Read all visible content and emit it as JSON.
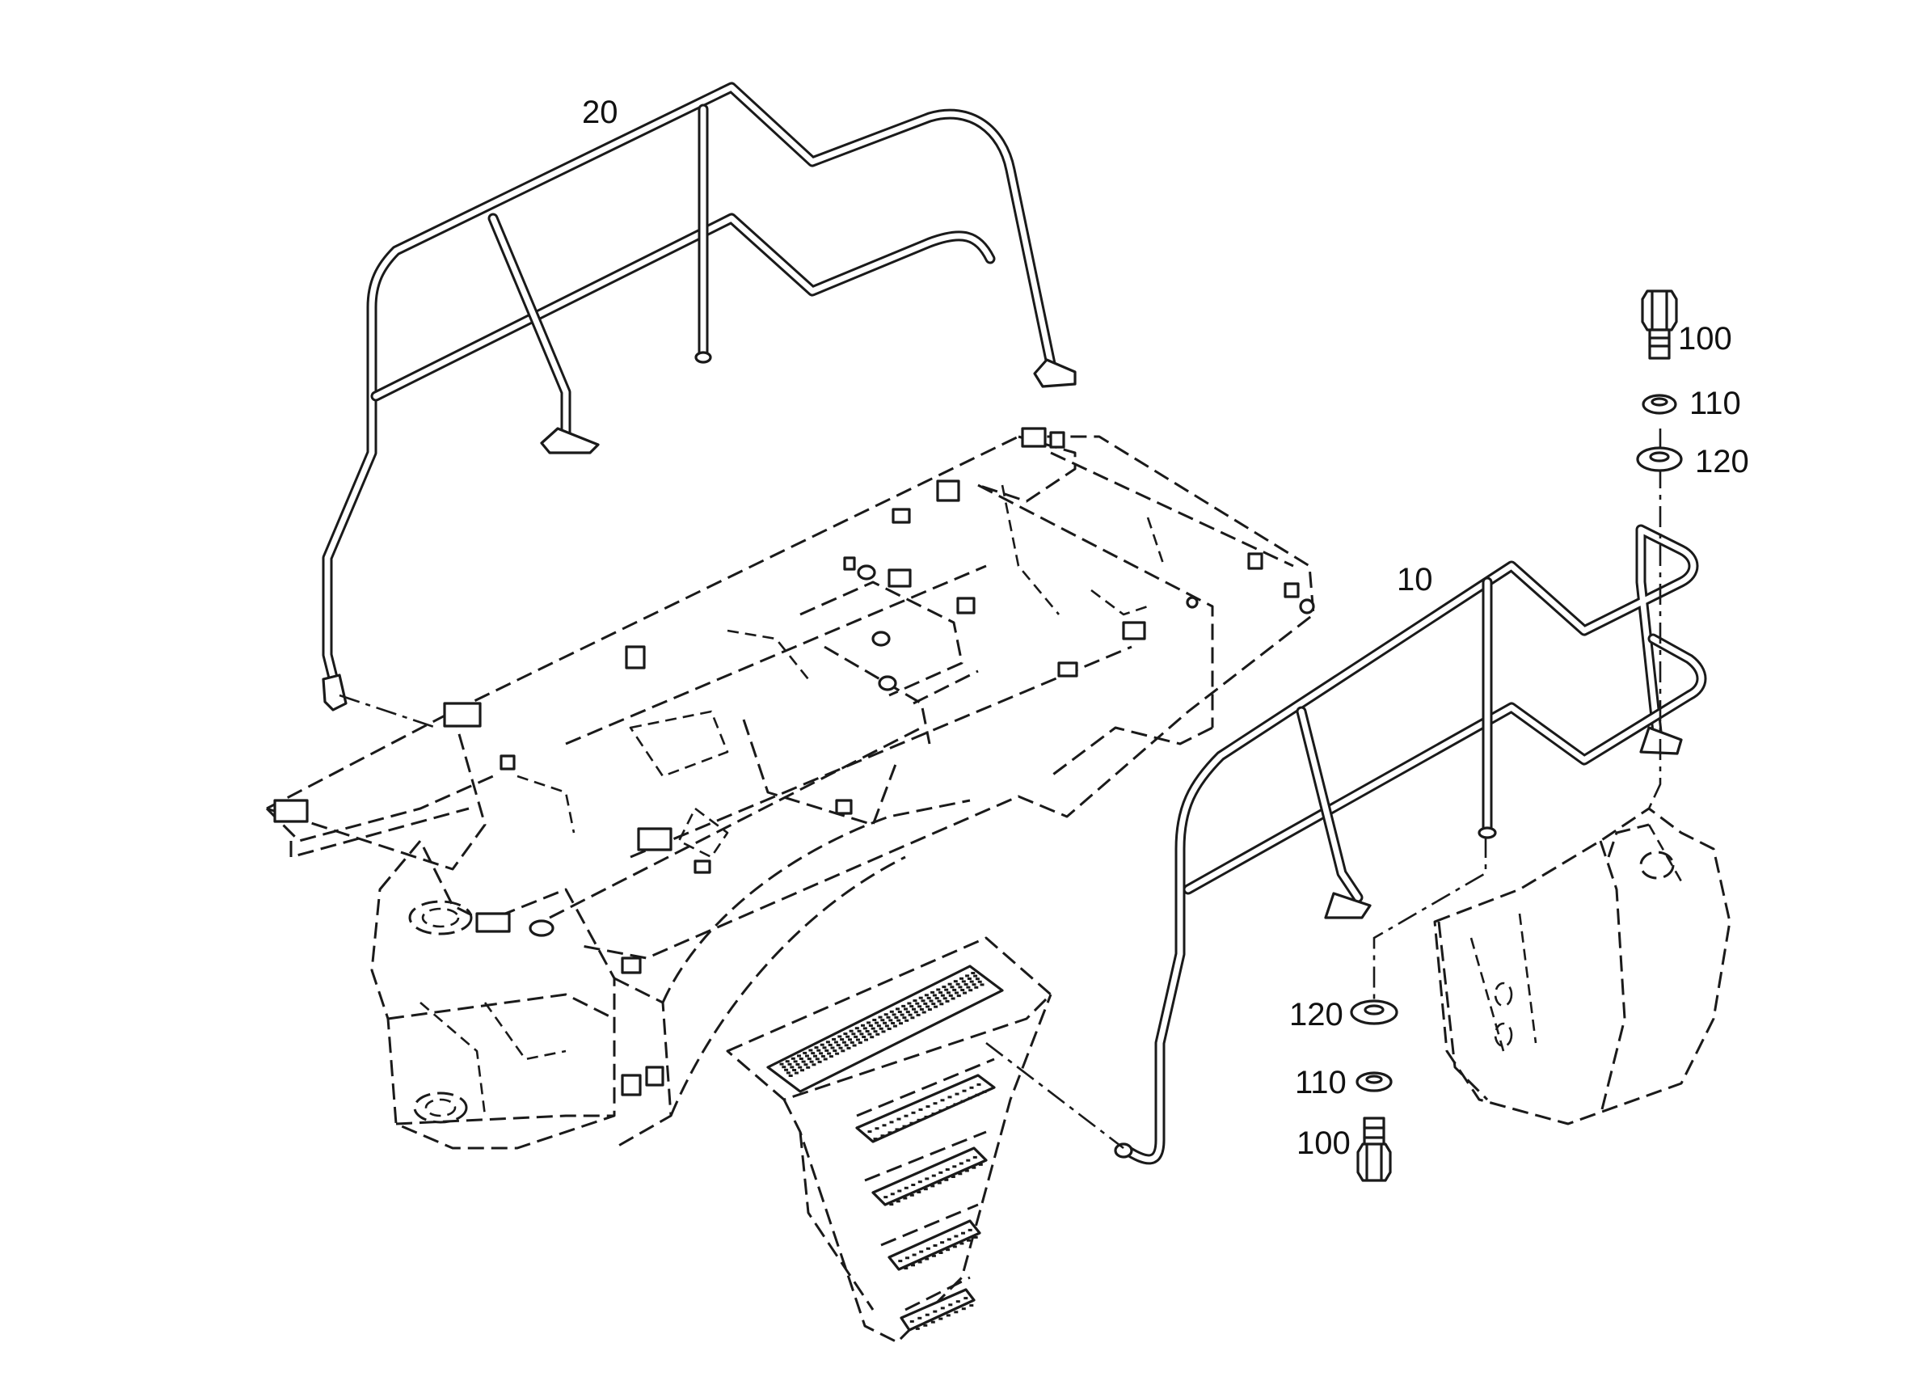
{
  "callouts": {
    "rail_rear": "20",
    "rail_front": "10",
    "bolt_top": "100",
    "lock_washer_top": "110",
    "washer_top": "120",
    "washer_bottom": "120",
    "lock_washer_bottom": "110",
    "bolt_bottom": "100"
  },
  "colors": {
    "line": "#1a1a1a",
    "background": "#ffffff"
  }
}
